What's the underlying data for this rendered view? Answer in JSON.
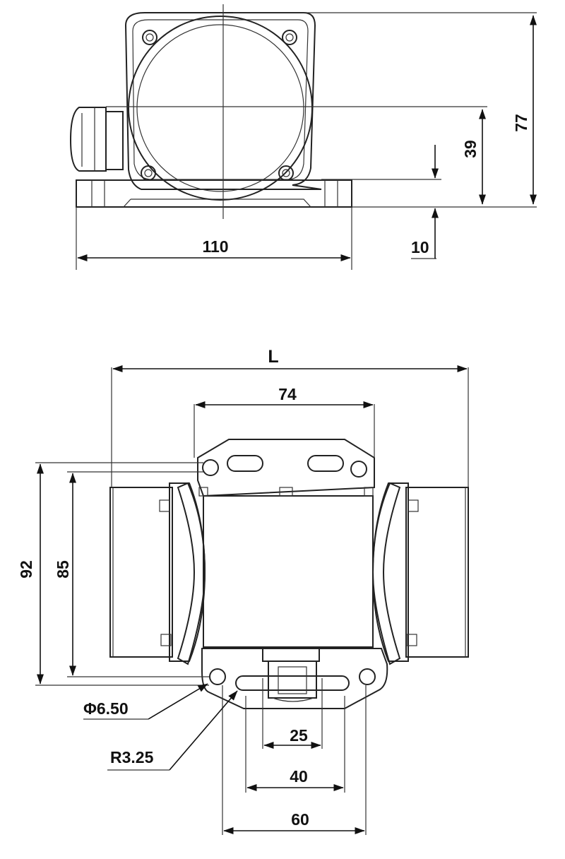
{
  "top_view": {
    "dims": {
      "height_total": "77",
      "height_center": "39",
      "base_height": "10",
      "base_width": "110"
    }
  },
  "bottom_view": {
    "dims": {
      "length": "L",
      "hole_spacing_top": "74",
      "hole_spacing_92": "92",
      "hole_spacing_85": "85",
      "hole_diameter": "Φ6.50",
      "slot_radius": "R3.25",
      "spacing_25": "25",
      "spacing_40": "40",
      "spacing_60": "60"
    }
  }
}
